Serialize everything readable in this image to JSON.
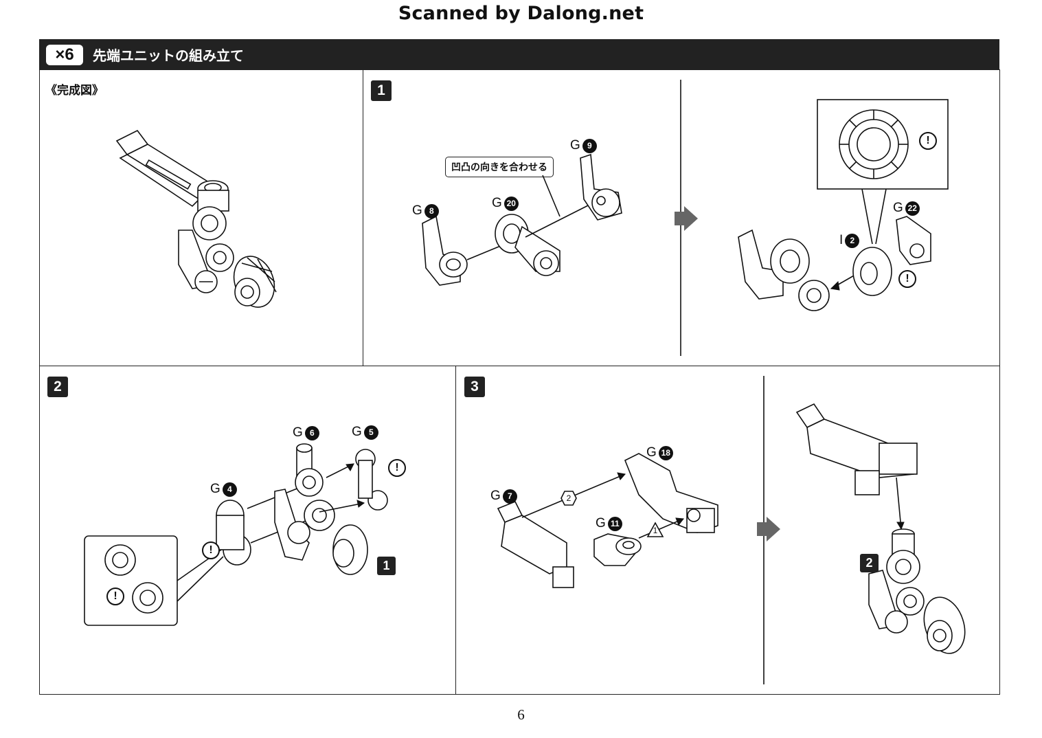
{
  "watermark": "Scanned by Dalong.net",
  "header": {
    "multiplier": "×6",
    "title": "先端ユニットの組み立て"
  },
  "complete_label": "《完成図》",
  "steps": {
    "step1": "1",
    "step2": "2",
    "step3": "3"
  },
  "callout_text": "凹凸の向きを合わせる",
  "parts": {
    "g9": {
      "prefix": "G",
      "num": "9"
    },
    "g8": {
      "prefix": "G",
      "num": "8"
    },
    "g20": {
      "prefix": "G",
      "num": "20"
    },
    "g22": {
      "prefix": "G",
      "num": "22"
    },
    "i2": {
      "prefix": "I",
      "num": "2"
    },
    "g6": {
      "prefix": "G",
      "num": "6"
    },
    "g5": {
      "prefix": "G",
      "num": "5"
    },
    "g4": {
      "prefix": "G",
      "num": "4"
    },
    "g7": {
      "prefix": "G",
      "num": "7"
    },
    "g18": {
      "prefix": "G",
      "num": "18"
    },
    "g11": {
      "prefix": "G",
      "num": "11"
    }
  },
  "sub_refs": {
    "step2_ref": "1",
    "step3_ref": "2"
  },
  "sequence": {
    "first": "1",
    "second": "2"
  },
  "warning_symbol": "!",
  "page_number": "6"
}
